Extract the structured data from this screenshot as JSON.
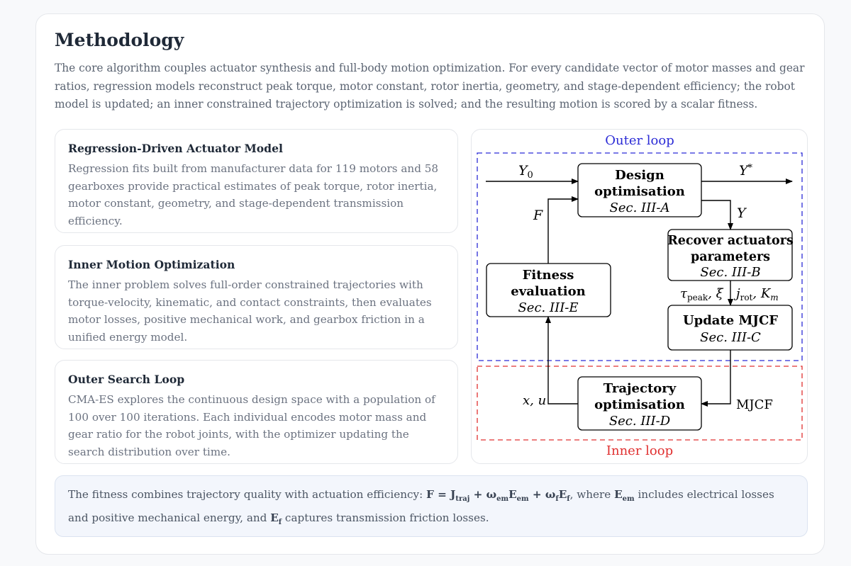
{
  "section": {
    "title": "Methodology",
    "intro": "The core algorithm couples actuator synthesis and full-body motion optimization. For every candidate vector of motor masses and gear ratios, regression models reconstruct peak torque, motor constant, rotor inertia, geometry, and stage-dependent efficiency; the robot model is updated; an inner constrained trajectory optimization is solved; and the resulting motion is scored by a scalar fitness."
  },
  "panels": [
    {
      "title": "Regression-Driven Actuator Model",
      "body": "Regression fits built from manufacturer data for 119 motors and 58 gearboxes provide practical estimates of peak torque, rotor inertia, motor constant, geometry, and stage-dependent transmission efficiency."
    },
    {
      "title": "Inner Motion Optimization",
      "body": "The inner problem solves full-order constrained trajectories with torque-velocity, kinematic, and contact constraints, then evaluates motor losses, positive mechanical work, and gearbox friction in a unified energy model."
    },
    {
      "title": "Outer Search Loop",
      "body": "CMA-ES explores the continuous design space with a population of 100 over 100 iterations. Each individual encodes motor mass and gear ratio for the robot joints, with the optimizer updating the search distribution over time."
    }
  ],
  "diagram": {
    "outer_label": "Outer loop",
    "inner_label": "Inner loop",
    "outer_color": "#2b2bd6",
    "inner_color": "#e03030",
    "boxes": {
      "design": {
        "line1": "Design",
        "line2": "optimisation",
        "ref": "Sec. III-A"
      },
      "recover": {
        "line1": "Recover actuators",
        "line2": "parameters",
        "ref": "Sec. III-B"
      },
      "mjcf": {
        "line1": "Update MJCF",
        "ref": "Sec. III-C"
      },
      "trajectory": {
        "line1": "Trajectory",
        "line2": "optimisation",
        "ref": "Sec. III-D"
      },
      "fitness": {
        "line1": "Fitness",
        "line2": "evaluation",
        "ref": "Sec. III-E"
      }
    },
    "edges": {
      "input": {
        "sym": "Υ",
        "sub": "0"
      },
      "output": {
        "sym": "Υ",
        "sup": "*"
      },
      "design_to_recover": "Υ",
      "fitness_to_design": "F",
      "recover_left": {
        "sym": "τ",
        "sub": "peak",
        "rest": ", ξ"
      },
      "recover_right": {
        "sym": "j",
        "sub": "rot",
        "mid": ", K",
        "sub2": "m"
      },
      "mjcf_to_traj": "MJCF",
      "traj_to_fitness": "x, u"
    }
  },
  "note": {
    "prefix": "The fitness combines trajectory quality with actuation efficiency: ",
    "formula": {
      "F": "F = J",
      "traj": "traj",
      "p1": " + ω",
      "em1": "em",
      "E": "E",
      "em2": "em",
      "p2": " + ω",
      "f1": "f",
      "E2": "E",
      "f2": "f"
    },
    "mid": ", where ",
    "eem": {
      "E": "E",
      "sub": "em"
    },
    "mid2": " includes electrical losses and positive mechanical energy, and ",
    "ef": {
      "E": "E",
      "sub": "f"
    },
    "suffix": " captures transmission friction losses."
  }
}
